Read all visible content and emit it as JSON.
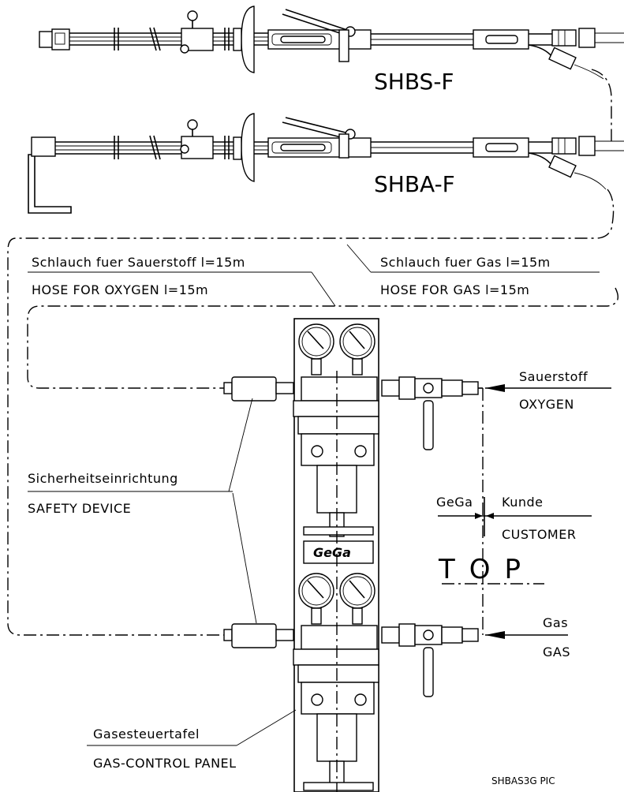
{
  "models": {
    "upper": "SHBS-F",
    "lower": "SHBA-F"
  },
  "hoses": {
    "oxygen_de": "Schlauch fuer Sauerstoff l=15m",
    "oxygen_en": "HOSE FOR OXYGEN l=15m",
    "gas_de": "Schlauch fuer Gas l=15m",
    "gas_en": "HOSE FOR GAS l=15m"
  },
  "supply": {
    "oxygen_de": "Sauerstoff",
    "oxygen_en": "OXYGEN",
    "gas_de": "Gas",
    "gas_en": "GAS"
  },
  "safety": {
    "de": "Sicherheitseinrichtung",
    "en": "SAFETY DEVICE"
  },
  "interface": {
    "left": "GeGa",
    "right_de": "Kunde",
    "right_en": "CUSTOMER",
    "top": "TOP"
  },
  "panel": {
    "de": "Gasesteuertafel",
    "en": "GAS-CONTROL PANEL",
    "logo": "GeGa"
  },
  "drawing_id": "SHBAS3G PIC"
}
